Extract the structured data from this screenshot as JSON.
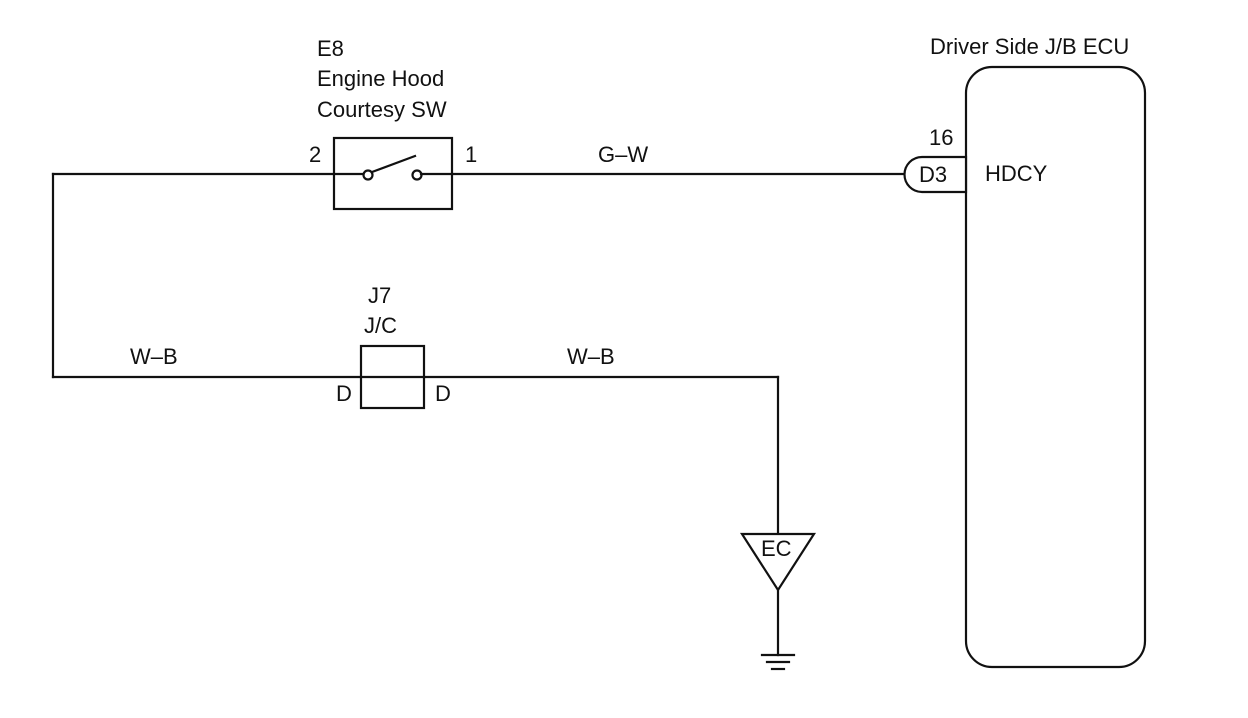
{
  "switch": {
    "code": "E8",
    "name_line1": "Engine Hood",
    "name_line2": "Courtesy SW",
    "pin_left": "2",
    "pin_right": "1"
  },
  "wires": {
    "switch_to_ecu": "G–W",
    "left_ground": "W–B",
    "right_ground": "W–B"
  },
  "junction": {
    "code": "J7",
    "name": "J/C",
    "pin_left": "D",
    "pin_right": "D"
  },
  "ground": {
    "label": "EC"
  },
  "ecu": {
    "title": "Driver Side J/B ECU",
    "pin_number": "16",
    "connector": "D3",
    "terminal": "HDCY"
  }
}
